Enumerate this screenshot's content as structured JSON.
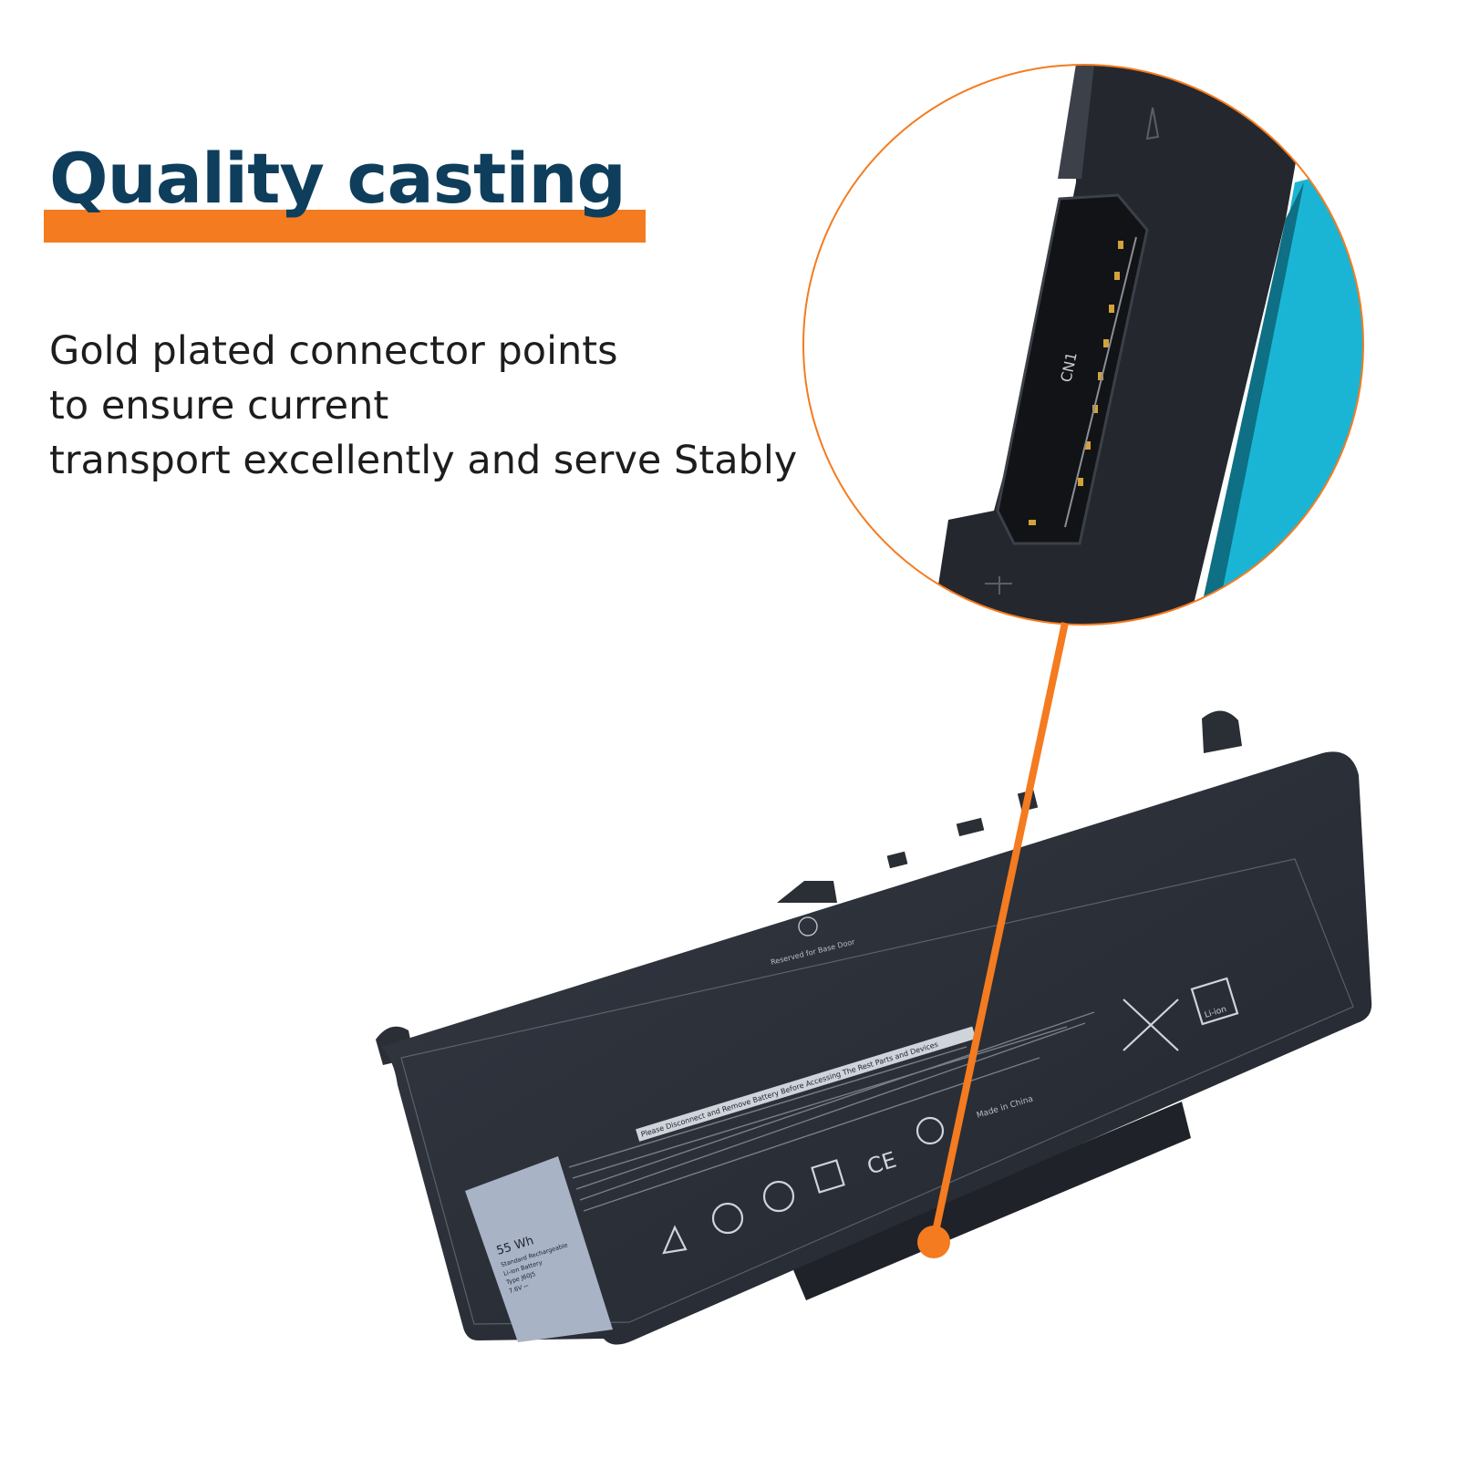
{
  "headline": "Quality casting",
  "description_lines": [
    "Gold plated connector points",
    "to ensure current",
    "transport excellently and serve Stably"
  ],
  "connector_label": "CN1",
  "battery": {
    "capacity": "55 Wh",
    "spec_lines": [
      "Standard Rechargeable",
      "Li-ion Battery",
      "Type J60J5",
      "7.6V ⎓"
    ],
    "warning_banner": "Please Disconnect and Remove Battery Before Accessing The Rest Parts and Devices",
    "reserved_label": "Reserved for Base Door",
    "origin_label": "Made in China",
    "recycle_label": "Li-ion",
    "ce_mark": "CE"
  },
  "colors": {
    "accent": "#f47b20",
    "headline": "#0e3e5c",
    "battery_body": "#2b3038",
    "label_panel": "#a8b3c6",
    "inset_highlight": "#1ab5d4"
  }
}
